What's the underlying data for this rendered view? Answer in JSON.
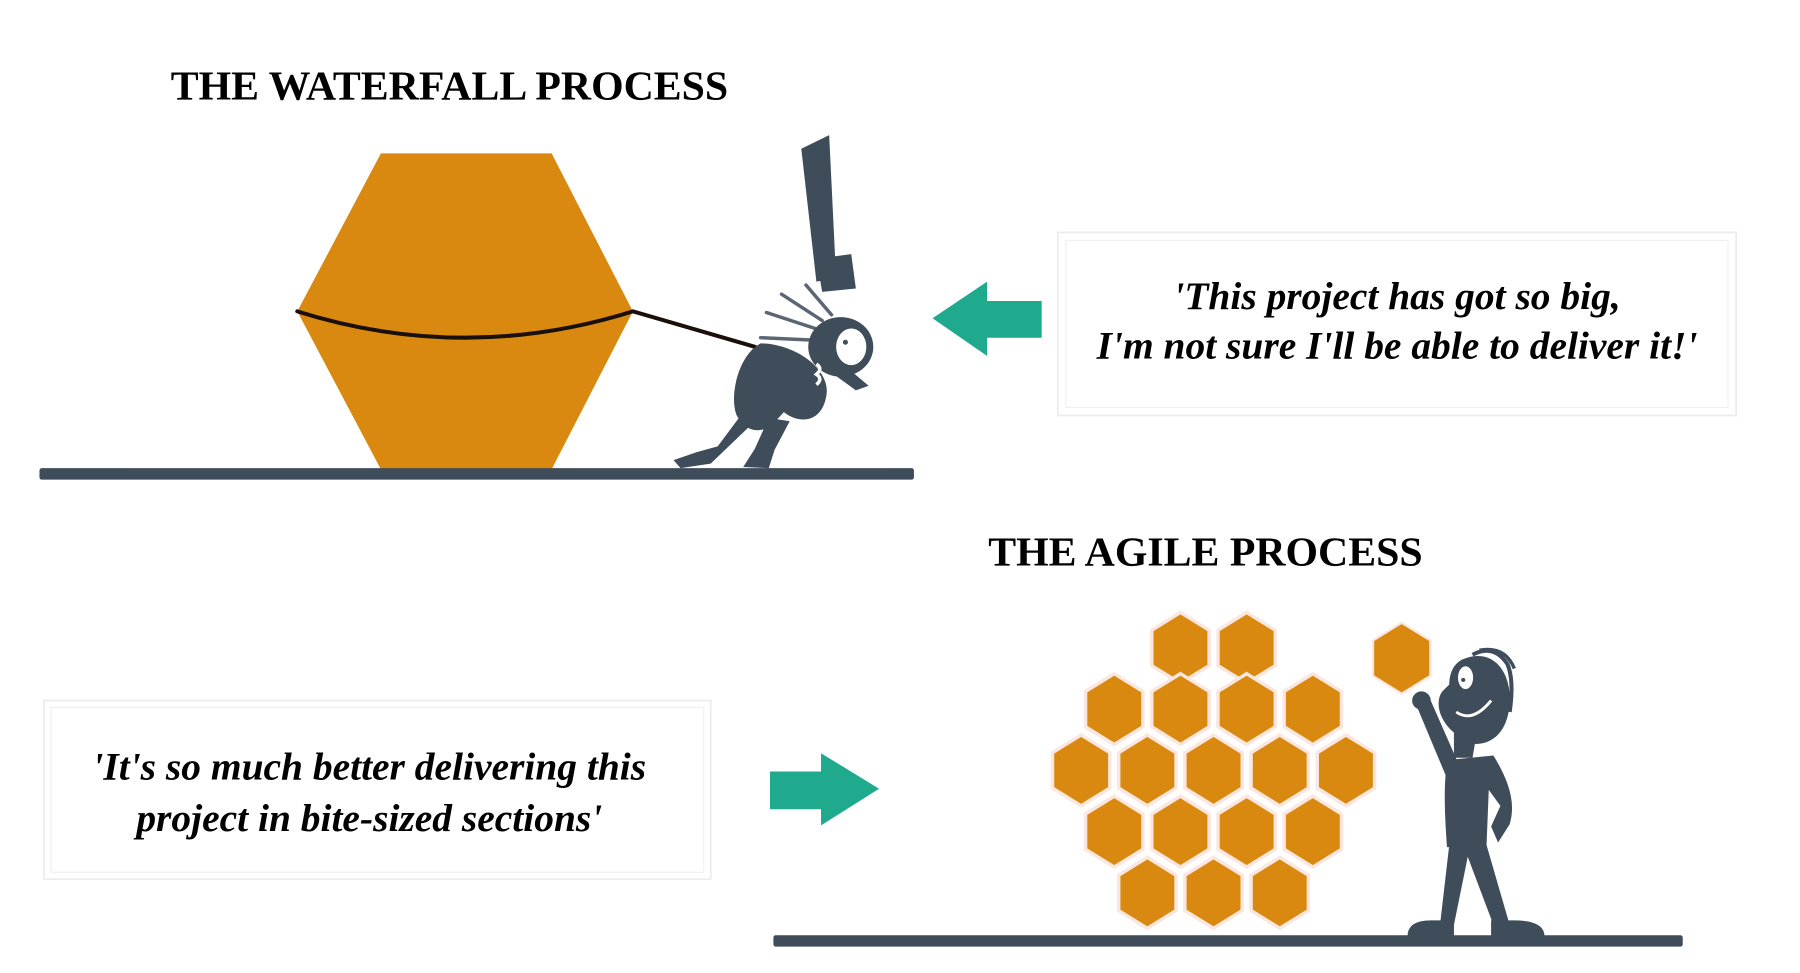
{
  "waterfall": {
    "title": "THE WATERFALL PROCESS",
    "quote_line1": "'This project has got so big,",
    "quote_line2": "I'm not sure I'll be able to deliver it!'",
    "arrow_direction": "left"
  },
  "agile": {
    "title": "THE AGILE PROCESS",
    "quote_line1": "'It's so much better delivering this",
    "quote_line2": "project in bite-sized sections'",
    "arrow_direction": "right",
    "honeycomb_rows": [
      2,
      4,
      5,
      4,
      3
    ],
    "held_pieces": 1
  },
  "colors": {
    "hexagon_orange": "#D9890F",
    "figure_slate": "#3F4C5A",
    "arrow_teal": "#1FAA8E",
    "hex_gap": "#FBE7E0",
    "box_border": "#E6E6E6"
  }
}
